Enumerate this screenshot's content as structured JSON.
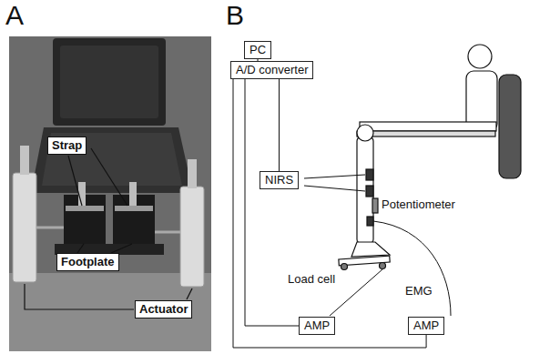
{
  "diagram": {
    "nodes": [
      {
        "text": [
          "Strap"
        ]
      },
      {
        "text": [
          "Footplate"
        ]
      },
      {
        "text": [
          "Actuator"
        ]
      },
      {
        "text": [
          "PC"
        ]
      },
      {
        "text": [
          "A/D converter"
        ]
      },
      {
        "text": [
          "NIRS"
        ]
      },
      {
        "text": [
          "AMP"
        ]
      },
      {
        "text": [
          "AMP"
        ]
      }
    ],
    "edges": [
      {
        "from": 3,
        "to": 4,
        "arrow": "none"
      },
      {
        "from": 4,
        "to": 5,
        "arrow": "none"
      },
      {
        "from": 4,
        "to": 6,
        "arrow": "none"
      },
      {
        "from": 4,
        "to": 7,
        "arrow": "none"
      }
    ],
    "labels": [
      "A",
      "B",
      "Potentiometer",
      "Load cell",
      "EMG"
    ]
  }
}
